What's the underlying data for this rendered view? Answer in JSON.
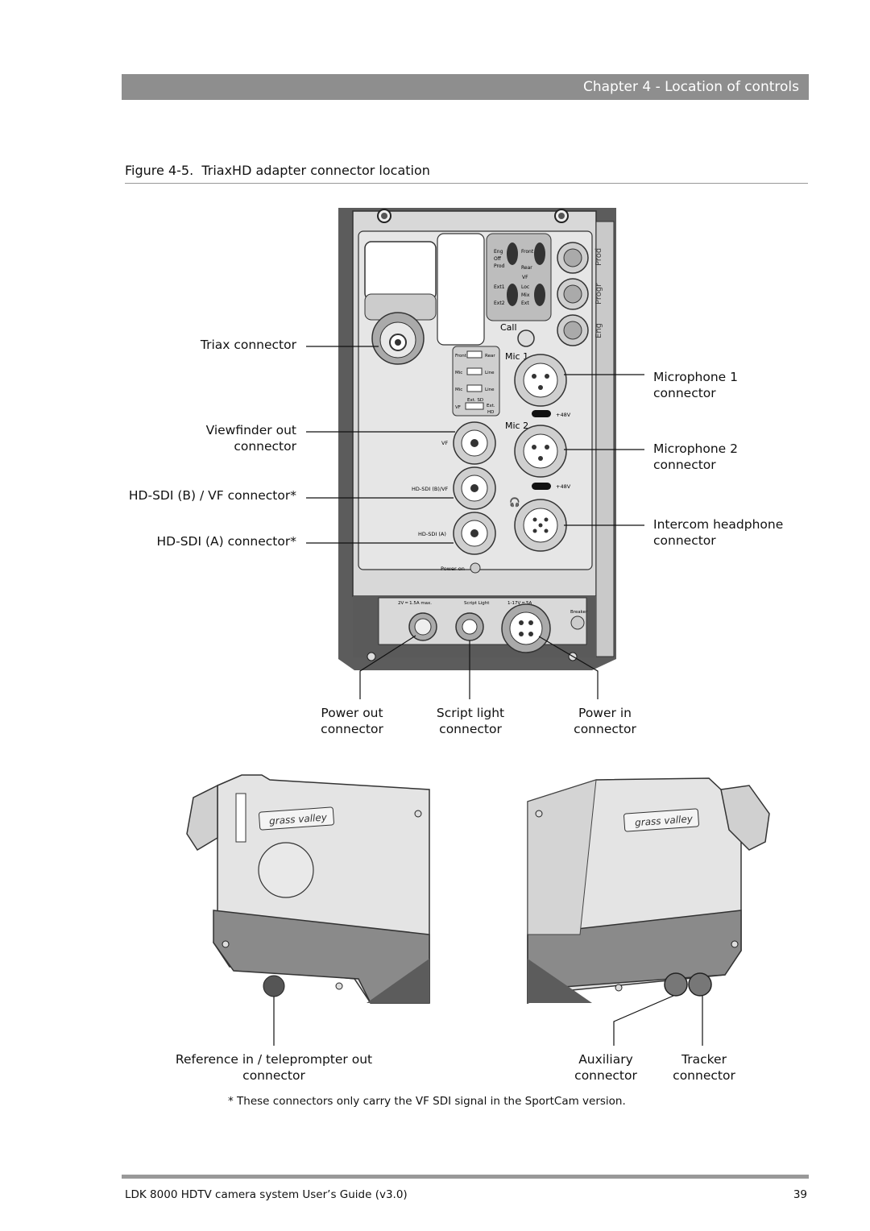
{
  "header": {
    "chapter_title": "Chapter 4 - Location of controls"
  },
  "figure": {
    "number": "Figure 4-5.",
    "title": "TriaxHD adapter connector location"
  },
  "panel": {
    "switch_labels": {
      "eng": "Eng",
      "off": "Off",
      "prod": "Prod",
      "front": "Front",
      "rear": "Rear",
      "vf": "VF",
      "ext1": "Ext1",
      "loc": "Loc",
      "mix": "Mix",
      "ext2": "Ext2",
      "ext": "Ext"
    },
    "side_labels": {
      "prod": "Prod",
      "progr": "Progr",
      "eng": "Eng"
    },
    "call": "Call",
    "mic1": "Mic 1",
    "mic2": "Mic 2",
    "audio_switches": {
      "front": "Front",
      "rear": "Rear",
      "mic": "Mic",
      "line": "Line",
      "ext_sd": "Ext. SD",
      "vf": "VF",
      "ext": "Ext.",
      "hd": "HD"
    },
    "phantom": "+48V",
    "bnc_vf": "VF",
    "bnc_hdsdi_b": "HD-SDI (B)/VF",
    "bnc_hdsdi_a": "HD-SDI (A)",
    "power_on": "Power on",
    "bottom_labels": {
      "power_out": "2V ═ 1.5A max.",
      "script_light": "Script Light",
      "power_in": "1-17V ═ 5A",
      "breaker": "Breaker"
    }
  },
  "callouts": {
    "triax": "Triax connector",
    "viewfinder_l1": "Viewfinder out",
    "viewfinder_l2": "connector",
    "hdsdi_b": "HD-SDI (B) / VF connector*",
    "hdsdi_a": "HD-SDI (A) connector*",
    "mic1_l1": "Microphone 1",
    "mic1_l2": "connector",
    "mic2_l1": "Microphone 2",
    "mic2_l2": "connector",
    "intercom_l1": "Intercom headphone",
    "intercom_l2": "connector",
    "power_out_l1": "Power out",
    "power_out_l2": "connector",
    "script_l1": "Script light",
    "script_l2": "connector",
    "power_in_l1": "Power in",
    "power_in_l2": "connector",
    "reference_l1": "Reference in / teleprompter out",
    "reference_l2": "connector",
    "aux_l1": "Auxiliary",
    "aux_l2": "connector",
    "tracker_l1": "Tracker",
    "tracker_l2": "connector"
  },
  "logo_text": "grass valley",
  "footnote": "* These connectors only carry the VF SDI signal in the SportCam version.",
  "footer": {
    "doc_title": "LDK 8000 HDTV camera system User’s Guide (v3.0)",
    "page_number": "39"
  },
  "colors": {
    "chapter_bar": "#8e8e8e",
    "panel_dark": "#5a5a5a",
    "panel_light": "#e2e2e2"
  }
}
